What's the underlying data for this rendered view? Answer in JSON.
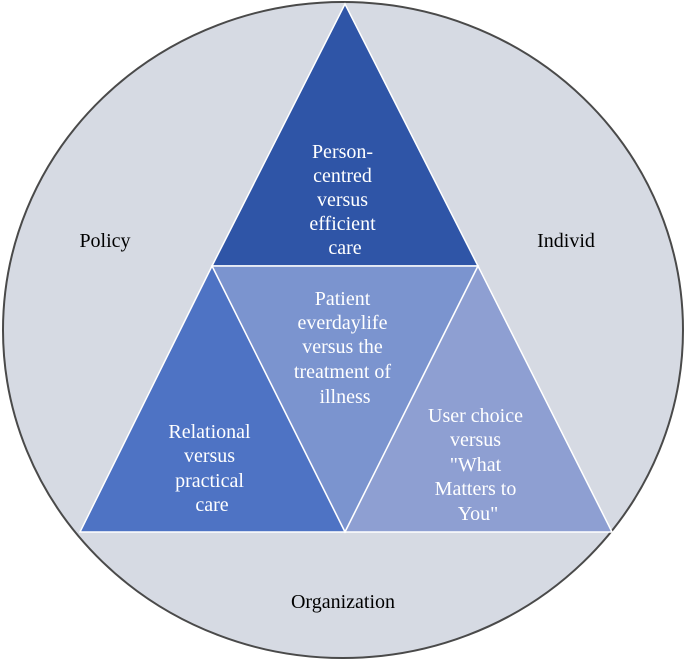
{
  "colors": {
    "circle_fill": "#d6dae3",
    "circle_stroke": "#4a4a4a",
    "top_triangle": "#2f55a7",
    "left_triangle": "#4e73c4",
    "center_triangle": "#7b94cf",
    "right_triangle": "#8e9fd2",
    "triangle_stroke": "#ffffff"
  },
  "outer_labels": {
    "policy": "Policy",
    "individ": "Individ",
    "organization": "Organization"
  },
  "triangles": {
    "top": [
      "Person-",
      "centred",
      "versus",
      "efficient",
      "care"
    ],
    "center": [
      "Patient",
      "everdaylife",
      "versus the",
      "treatment of",
      "illness"
    ],
    "left": [
      "Relational",
      "versus",
      "practical",
      "care"
    ],
    "right": [
      "User choice",
      "versus",
      "\"What",
      "Matters to",
      "You\""
    ]
  }
}
